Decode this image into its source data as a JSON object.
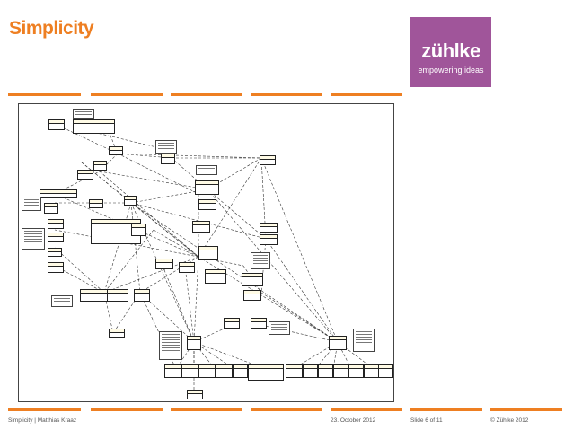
{
  "slide": {
    "title": "Simplicity",
    "logo": {
      "brand": "zühlke",
      "tagline": "empowering ideas",
      "color": "#a0559a"
    },
    "accent_color": "#ee7f22"
  },
  "footer": {
    "left": "Simplicity | Matthias Kraaz",
    "date": "23. October 2012",
    "slide_number": "Slide 6 of 11",
    "copyright": "© Zühlke 2012"
  }
}
